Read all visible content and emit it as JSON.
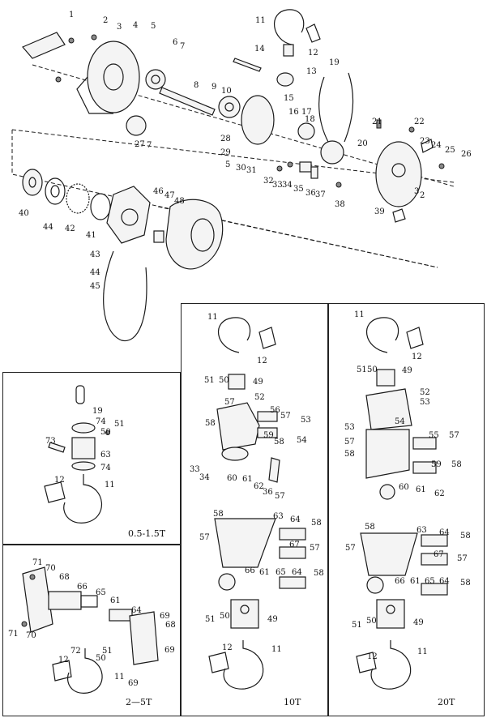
{
  "captions": {
    "small": "0.5-1.5T",
    "two_five": "2—5T",
    "ten": "10T",
    "twenty": "20T"
  },
  "main_labels": [
    "1",
    "2",
    "3",
    "4",
    "5",
    "6",
    "7",
    "8",
    "9",
    "10",
    "11",
    "12",
    "13",
    "14",
    "15",
    "16",
    "17",
    "18",
    "19",
    "20",
    "21",
    "22",
    "23",
    "24",
    "25",
    "26",
    "27",
    "7",
    "28",
    "29",
    "5",
    "30",
    "31",
    "32",
    "33",
    "34",
    "35",
    "36",
    "37",
    "38",
    "39",
    "3",
    "2",
    "40",
    "44",
    "42",
    "41",
    "46",
    "47",
    "48",
    "43",
    "44",
    "45"
  ],
  "small_labels": [
    "19",
    "74",
    "51",
    "50",
    "73",
    "63",
    "74",
    "12",
    "11"
  ],
  "two_five_labels": [
    "71",
    "70",
    "68",
    "66",
    "65",
    "61",
    "64",
    "69",
    "68",
    "69",
    "71",
    "70",
    "72",
    "50",
    "51",
    "12",
    "11",
    "69"
  ],
  "ten_labels": [
    "11",
    "12",
    "51",
    "50",
    "49",
    "57",
    "52",
    "58",
    "56",
    "57",
    "53",
    "59",
    "58",
    "54",
    "33",
    "34",
    "60",
    "61",
    "62",
    "36",
    "57",
    "58",
    "63",
    "64",
    "58",
    "57",
    "67",
    "57",
    "66",
    "61",
    "65",
    "64",
    "58",
    "51",
    "50",
    "49",
    "12",
    "11"
  ],
  "twenty_labels": [
    "11",
    "12",
    "51",
    "50",
    "49",
    "52",
    "53",
    "53",
    "54",
    "57",
    "55",
    "57",
    "58",
    "59",
    "58",
    "60",
    "61",
    "62",
    "58",
    "63",
    "64",
    "58",
    "57",
    "67",
    "57",
    "66",
    "61",
    "65",
    "64",
    "58",
    "51",
    "50",
    "49",
    "12",
    "11"
  ]
}
